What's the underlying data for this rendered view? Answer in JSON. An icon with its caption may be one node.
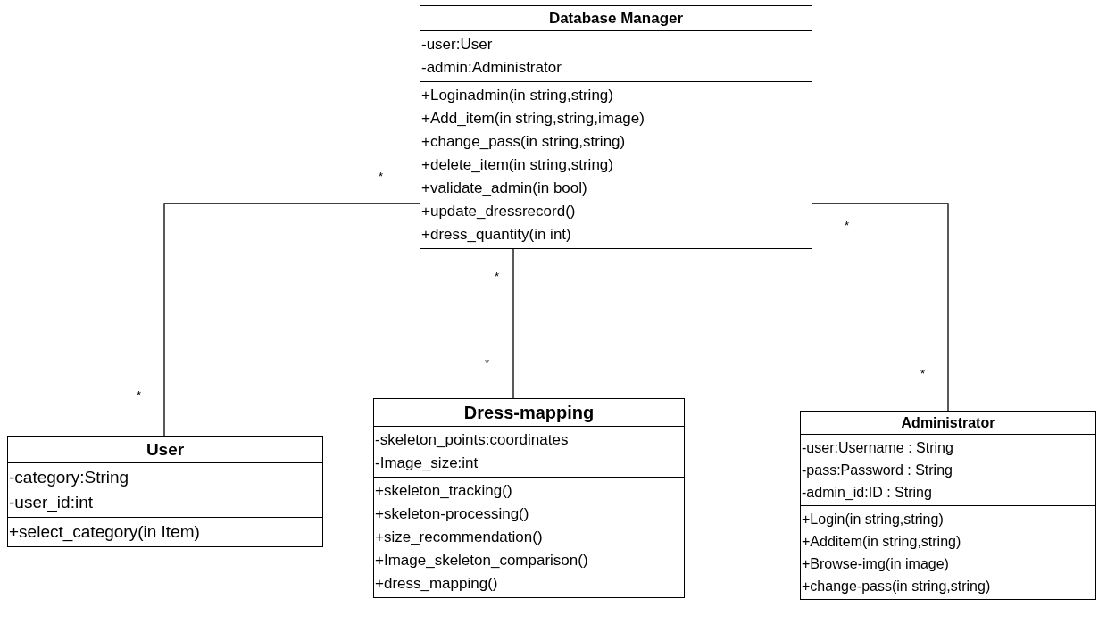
{
  "diagram": {
    "nodes": [
      {
        "text": [
          "Database Manager",
          "-user:User",
          "-admin:Administrator",
          "+Loginadmin(in string,string)",
          "+Add_item(in string,string,image)",
          "+change_pass(in string,string)",
          "+delete_item(in string,string)",
          "+validate_admin(in bool)",
          "+update_dressrecord()",
          "+dress_quantity(in int)"
        ]
      },
      {
        "text": [
          "User",
          "-category:String",
          "-user_id:int",
          "+select_category(in Item)"
        ]
      },
      {
        "text": [
          "Dress-mapping",
          "-skeleton_points:coordinates",
          "-Image_size:int",
          "+skeleton_tracking()",
          "+skeleton-processing()",
          "+size_recommendation()",
          "+Image_skeleton_comparison()",
          "+dress_mapping()"
        ]
      },
      {
        "text": [
          "Administrator",
          "-user:Username : String",
          "-pass:Password : String",
          "-admin_id:ID : String",
          "+Login(in string,string)",
          "+Additem(in string,string)",
          "+Browse-img(in image)",
          "+change-pass(in string,string)"
        ]
      }
    ],
    "edges": [
      {
        "from": 0,
        "to": 1,
        "arrow": "none"
      },
      {
        "from": 0,
        "to": 2,
        "arrow": "none"
      },
      {
        "from": 0,
        "to": 3,
        "arrow": "none"
      }
    ],
    "labels": [
      "*",
      "*",
      "*",
      "*",
      "*",
      "*"
    ]
  }
}
